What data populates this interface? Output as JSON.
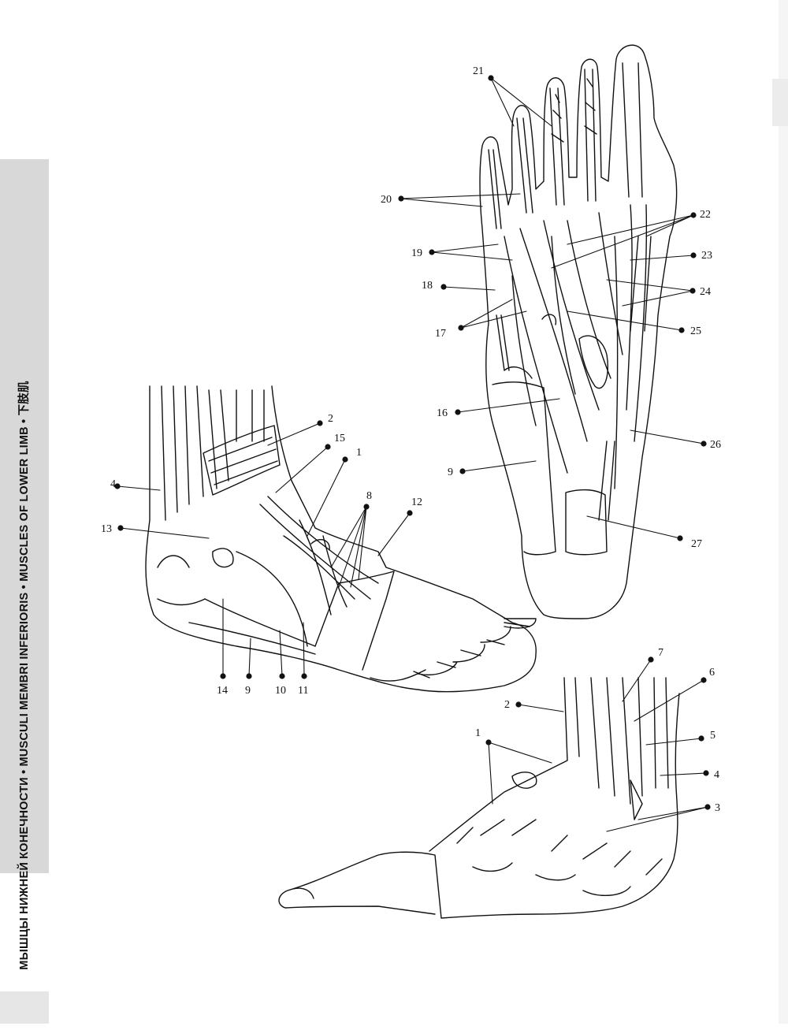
{
  "sidebar": {
    "title": "МЫШЦЫ НИЖНЕЙ КОНЕЧНОСТИ • MUSCULI MEMBRI INFERIORIS • MUSCLES OF LOWER LIMB • 下肢肌"
  },
  "labels": {
    "plantar": [
      "21",
      "20",
      "19",
      "18",
      "17",
      "16",
      "9",
      "22",
      "23",
      "24",
      "25",
      "26",
      "27"
    ],
    "medial": [
      "2",
      "15",
      "1",
      "4",
      "13",
      "8",
      "12",
      "14",
      "9",
      "10",
      "11"
    ],
    "lateral": [
      "7",
      "6",
      "2",
      "5",
      "1",
      "4",
      "3"
    ]
  },
  "colors": {
    "ink": "#111111",
    "sidebar": "#d8d8d8"
  }
}
